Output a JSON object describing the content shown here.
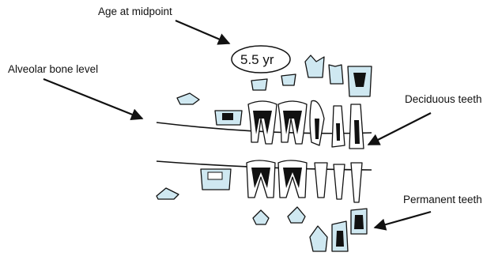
{
  "labels": {
    "age_at_midpoint": "Age at midpoint",
    "age_value": "5.5 yr",
    "alveolar_bone_level": "Alveolar bone level",
    "deciduous_teeth": "Deciduous teeth",
    "permanent_teeth": "Permanent teeth"
  },
  "colors": {
    "enamel": "#cfe8f1",
    "pulp": "#111111",
    "line": "#111111",
    "background": "#ffffff"
  }
}
